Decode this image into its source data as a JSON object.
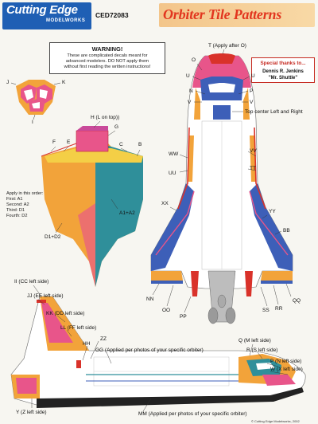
{
  "header": {
    "brand": "Cutting Edge",
    "brand_sub": "MODELWORKS",
    "code": "CED72083",
    "title": "Orbiter Tile Patterns"
  },
  "warning": {
    "heading": "WARNING!",
    "line1": "These are complicated decals meant for",
    "line2": "advanced modelers. DO NOT apply them",
    "line3": "without first reading the written instructions!"
  },
  "thanks": {
    "heading": "Special thanks to...",
    "name": "Dennis R. Jenkins",
    "nickname": "\"Mr. Shuttle\""
  },
  "order": {
    "heading": "Apply in this order:",
    "first": "First: A1",
    "second": "Second: A2",
    "third": "Third: D1",
    "fourth": "Fourth: D2"
  },
  "labels": {
    "J": "J",
    "K": "K",
    "I": "I",
    "H": "H (L on top))",
    "G": "G",
    "F": "F",
    "E": "E",
    "C": "C",
    "B": "B",
    "A": "A1+A2",
    "D": "D1+D2",
    "T": "T (Apply after O)",
    "O": "O",
    "U_left": "U",
    "U_right": "U",
    "N": "N",
    "P": "P",
    "V_left": "V",
    "V_right": "V",
    "top_center": "Top center Left and Right",
    "WW": "WW",
    "VV": "VV",
    "UU": "UU",
    "TT": "TT",
    "XX": "XX",
    "YY": "YY",
    "BB": "BB",
    "NN": "NN",
    "OO": "OO",
    "PP": "PP",
    "SS": "SS",
    "RR": "RR",
    "QQ": "QQ",
    "II": "II (CC left side)",
    "JJ": "JJ (EE left side)",
    "KK": "KK (DD left side)",
    "LL": "LL (FF left side)",
    "HH": "HH",
    "ZZ": "ZZ",
    "GG": "GG (Applied per photos of your specific orbiter)",
    "Q": "Q (M left side)",
    "R": "R (S left side)",
    "Pside": "P (N left side)",
    "W": "W (X left side)",
    "Y": "Y (Z left side)",
    "MM": "MM (Applied per photos of your specific orbiter)"
  },
  "footer": "© Cutting Edge Modelworks, 2002",
  "colors": {
    "brand_blue": "#1f5fb4",
    "title_red": "#e2361f",
    "orange": "#f2a33a",
    "teal": "#2f8f9a",
    "blue": "#3d5fb8",
    "pink": "#e8558a",
    "red": "#d9322a",
    "yellow": "#f4cf46"
  }
}
